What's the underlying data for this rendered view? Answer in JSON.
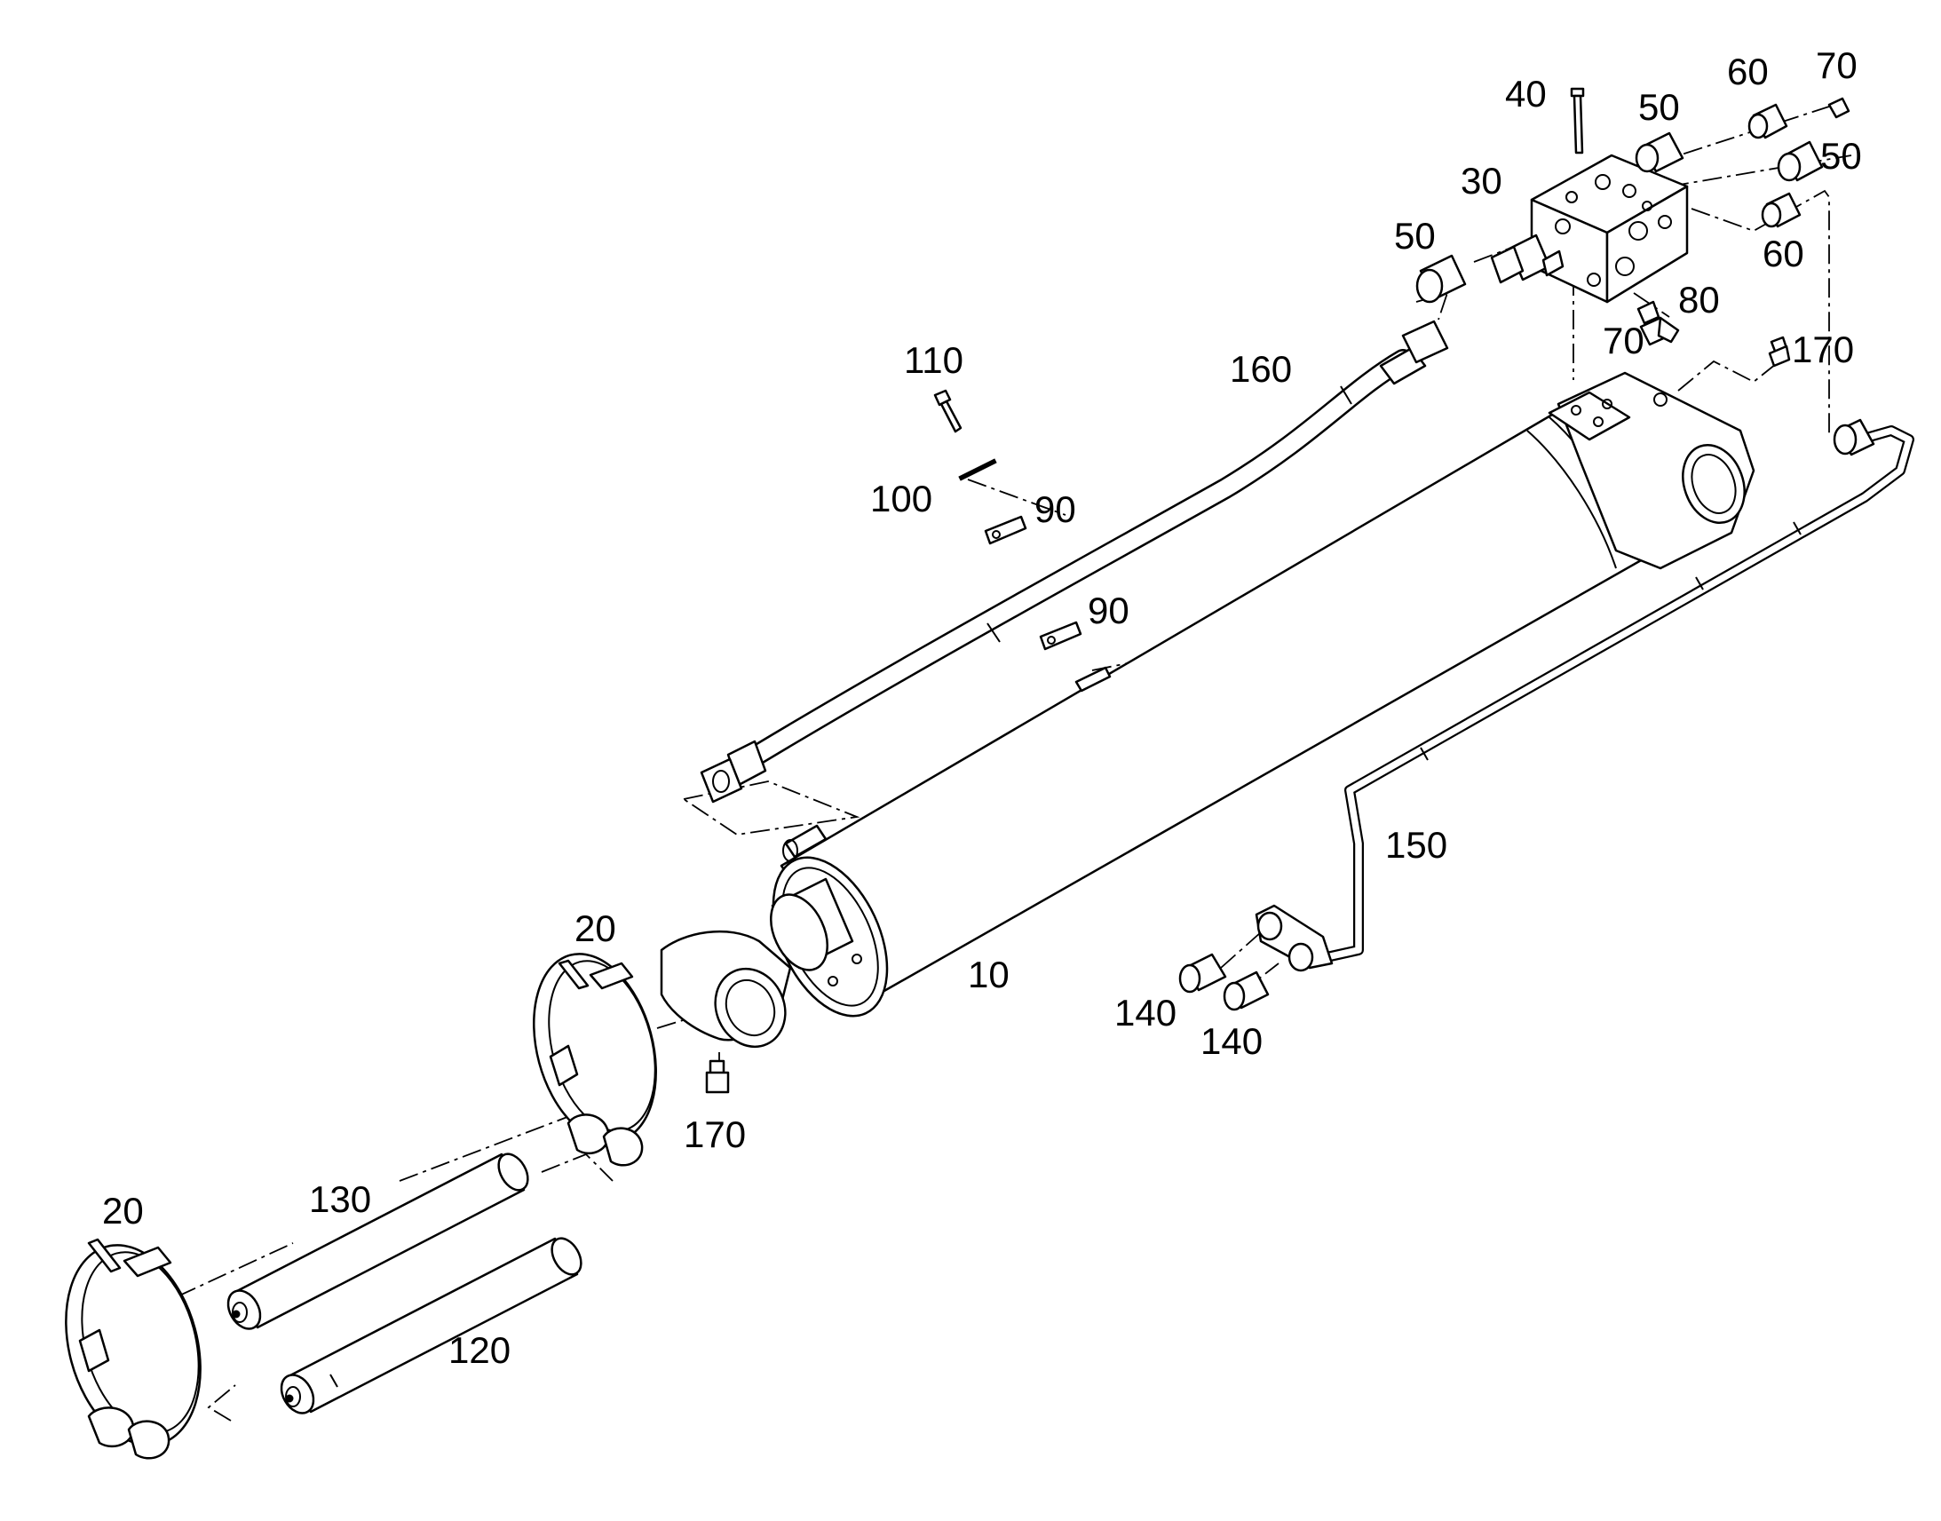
{
  "callouts": [
    {
      "id": "c10",
      "text": "10"
    },
    {
      "id": "c20a",
      "text": "20"
    },
    {
      "id": "c20b",
      "text": "20"
    },
    {
      "id": "c30",
      "text": "30"
    },
    {
      "id": "c40",
      "text": "40"
    },
    {
      "id": "c50a",
      "text": "50"
    },
    {
      "id": "c50b",
      "text": "50"
    },
    {
      "id": "c50c",
      "text": "50"
    },
    {
      "id": "c60a",
      "text": "60"
    },
    {
      "id": "c60b",
      "text": "60"
    },
    {
      "id": "c70a",
      "text": "70"
    },
    {
      "id": "c70b",
      "text": "70"
    },
    {
      "id": "c80",
      "text": "80"
    },
    {
      "id": "c90a",
      "text": "90"
    },
    {
      "id": "c90b",
      "text": "90"
    },
    {
      "id": "c100",
      "text": "100"
    },
    {
      "id": "c110",
      "text": "110"
    },
    {
      "id": "c120",
      "text": "120"
    },
    {
      "id": "c130",
      "text": "130"
    },
    {
      "id": "c140a",
      "text": "140"
    },
    {
      "id": "c140b",
      "text": "140"
    },
    {
      "id": "c150",
      "text": "150"
    },
    {
      "id": "c160",
      "text": "160"
    },
    {
      "id": "c170a",
      "text": "170"
    },
    {
      "id": "c170b",
      "text": "170"
    }
  ],
  "colors": {
    "line": "#000000",
    "background": "#ffffff"
  }
}
